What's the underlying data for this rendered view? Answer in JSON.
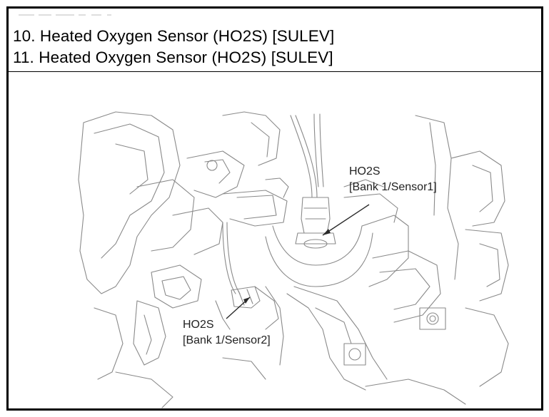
{
  "header": {
    "lines": [
      "10. Heated Oxygen Sensor (HO2S) [SULEV]",
      "11. Heated Oxygen Sensor (HO2S) [SULEV]"
    ]
  },
  "figure": {
    "callouts": [
      {
        "title": "HO2S",
        "subtitle": "[Bank 1/Sensor1]"
      },
      {
        "title": "HO2S",
        "subtitle": "[Bank 1/Sensor2]"
      }
    ]
  },
  "colors": {
    "border": "#000000",
    "drawing": "#7a7a7a",
    "text": "#000000"
  }
}
